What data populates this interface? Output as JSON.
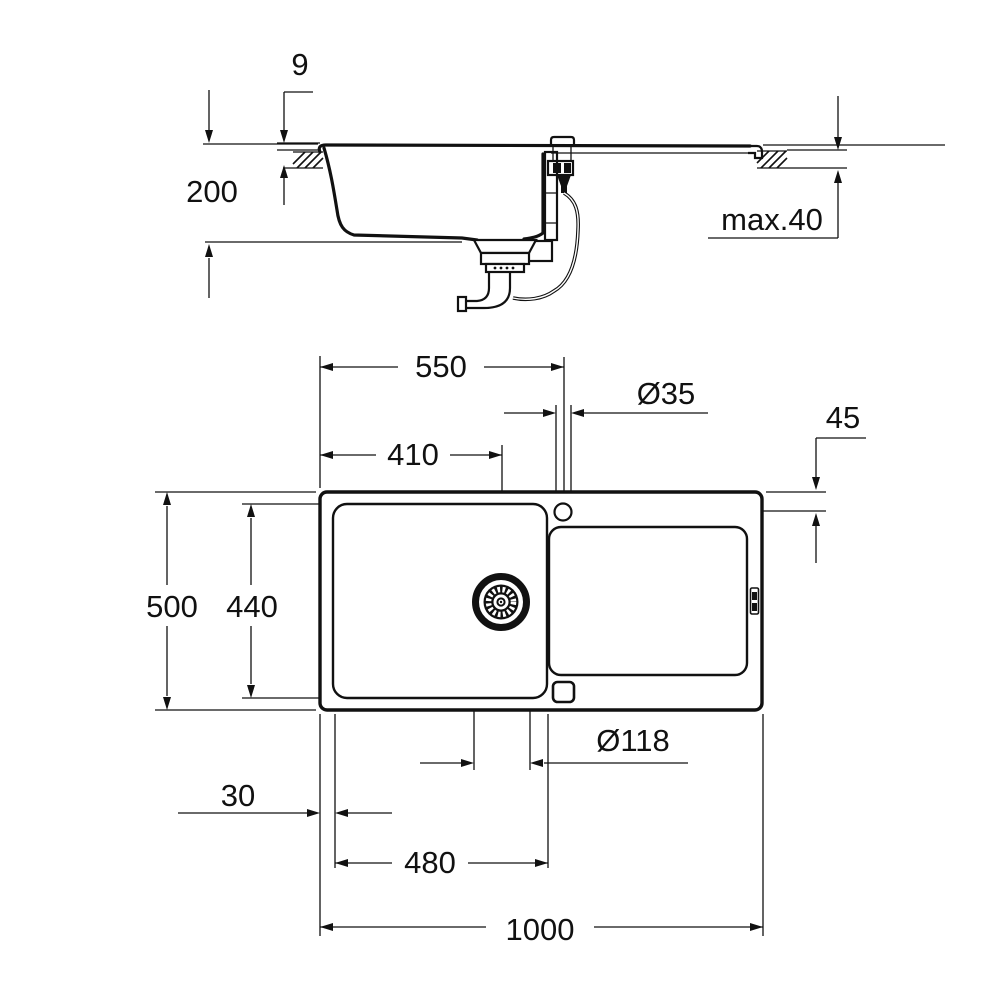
{
  "drawing": {
    "colors": {
      "line": "#111111",
      "background": "#ffffff"
    },
    "side_view": {
      "labels": {
        "rim_height": "9",
        "bowl_depth": "200",
        "counter_thickness": "max.40"
      }
    },
    "plan_view": {
      "labels": {
        "left_to_faucet": "550",
        "faucet_hole": "Ø35",
        "faucet_from_top": "45",
        "left_to_drain": "410",
        "overall_depth": "500",
        "bowl_depth": "440",
        "drain_hole": "Ø118",
        "rim_width": "30",
        "bowl_width": "480",
        "overall_width": "1000"
      }
    }
  }
}
